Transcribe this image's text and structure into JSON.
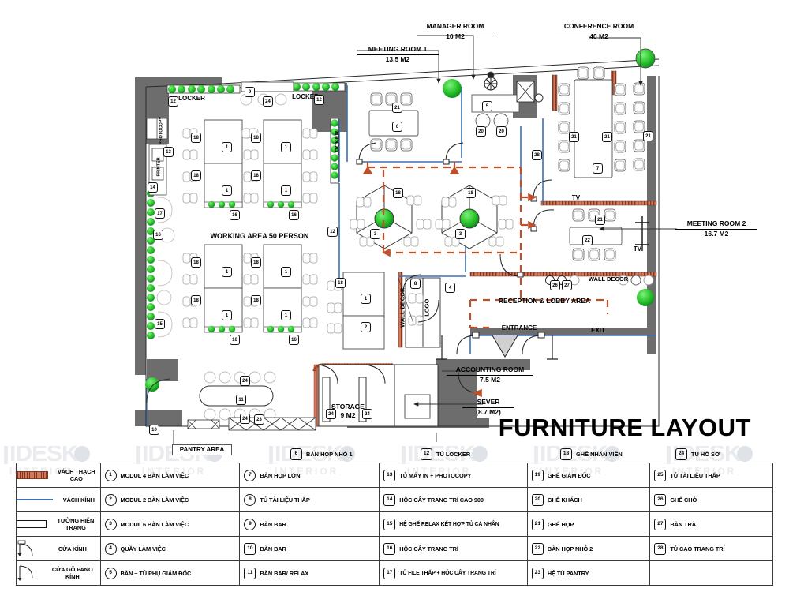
{
  "title": "FURNITURE LAYOUT",
  "watermark": {
    "brand": "IDESK",
    "sub": "INTERIOR"
  },
  "plan": {
    "room_callouts": [
      {
        "name": "meeting-room-1",
        "title": "MEETING ROOM 1",
        "area": "13.5 M2"
      },
      {
        "name": "manager-room",
        "title": "MANAGER ROOM",
        "area": "16 M2"
      },
      {
        "name": "conference-room",
        "title": "CONFERENCE ROOM",
        "area": "40 M2"
      },
      {
        "name": "meeting-room-2",
        "title": "MEETING ROOM 2",
        "area": "16.7 M2"
      },
      {
        "name": "accounting-room",
        "title": "ACCOUNTING ROOM",
        "area": "7.5 M2"
      },
      {
        "name": "sever-room",
        "title": "SEVER",
        "area": "(8.7 M2)"
      },
      {
        "name": "storage-room",
        "title": "STORAGE",
        "area": "9 M2"
      }
    ],
    "area_labels": [
      {
        "name": "working-area",
        "text": "WORKING AREA 50 PERSON"
      },
      {
        "name": "reception-lobby-area",
        "text": "RECEPTION & LOBBY AREA"
      },
      {
        "name": "pantry-area",
        "text": "PANTRY AREA"
      },
      {
        "name": "entrance",
        "text": "ENTRANCE"
      },
      {
        "name": "exit",
        "text": "EXIT"
      },
      {
        "name": "wall-decor-right",
        "text": "WALL DECOR"
      },
      {
        "name": "wall-decor-left",
        "text": "WALL DECOR"
      },
      {
        "name": "logo",
        "text": "LOGO"
      },
      {
        "name": "locker-left",
        "text": "LOCKER"
      },
      {
        "name": "locker-right",
        "text": "LOCKER"
      },
      {
        "name": "locker-side",
        "text": "LOCKER"
      },
      {
        "name": "photocopy",
        "text": "PHOTOCOPY"
      },
      {
        "name": "printer",
        "text": "PRINTER"
      },
      {
        "name": "tv-conference",
        "text": "TV"
      },
      {
        "name": "tv-meeting-2",
        "text": "TV"
      }
    ]
  },
  "legend": {
    "rows": [
      {
        "symbol": "gypsum-wall-swatch",
        "symbol_label": "VÁCH THẠCH CAO",
        "items": [
          {
            "num": "1",
            "text": "MODUL 4 BÀN LÀM VIỆC"
          },
          {
            "num": "7",
            "text": "BÀN HỌP LỚN"
          },
          {
            "num": "13",
            "text": "TỦ MÁY IN + PHOTOCOPY"
          },
          {
            "num": "19",
            "text": "GHẾ GIÁM ĐỐC"
          },
          {
            "num": "25",
            "text": "TỦ TÀI LIỆU THẤP"
          }
        ]
      },
      {
        "symbol": "glass-wall-swatch",
        "symbol_label": "VÁCH KÍNH",
        "items": [
          {
            "num": "2",
            "text": "MODUL  2 BÀN LÀM VIỆC"
          },
          {
            "num": "8",
            "text": "TỦ TÀI LIỆU THẤP"
          },
          {
            "num": "14",
            "text": "HỘC CÂY TRANG TRÍ CAO 900"
          },
          {
            "num": "20",
            "text": "GHẾ KHÁCH"
          },
          {
            "num": "26",
            "text": "GHẾ CHỜ"
          }
        ]
      },
      {
        "symbol": "existing-wall-swatch",
        "symbol_label": "TƯỜNG HIỆN TRẠNG",
        "items": [
          {
            "num": "3",
            "text": "MODUL 6 BÀN LÀM VIỆC"
          },
          {
            "num": "9",
            "text": "BÀN BAR"
          },
          {
            "num": "15",
            "text": "HỆ GHẾ RELAX KẾT HỢP TỦ CÁ NHÂN"
          },
          {
            "num": "21",
            "text": "GHẾ HỌP"
          },
          {
            "num": "27",
            "text": "BÀN TRÀ"
          }
        ]
      },
      {
        "symbol": "glass-door-swatch",
        "symbol_label": "CỬA KÍNH",
        "items": [
          {
            "num": "4",
            "text": "QUẦY LÀM VIỆC"
          },
          {
            "num": "10",
            "text": "BÀN BAR"
          },
          {
            "num": "16",
            "text": "HỘC CÂY TRANG TRÍ"
          },
          {
            "num": "22",
            "text": "BÀN HỌP NHỎ 2"
          },
          {
            "num": "28",
            "text": "TỦ CAO TRANG TRÍ"
          }
        ]
      },
      {
        "symbol": "wood-glass-door-swatch",
        "symbol_label": "CỬA GỖ PANO KÍNH",
        "items": [
          {
            "num": "5",
            "text": "BÀN + TỦ PHỤ GIÁM ĐỐC"
          },
          {
            "num": "11",
            "text": "BÀN BAR/ RELAX"
          },
          {
            "num": "17",
            "text": "TỦ FILE THẤP + HỘC CÂY TRANG TRÍ"
          },
          {
            "num": "23",
            "text": "HỆ TỦ PANTRY"
          },
          {
            "num": "",
            "text": ""
          }
        ]
      }
    ],
    "clipped_top_row": [
      {
        "num": "6",
        "text": "BÀN HỌP NHỎ 1"
      },
      {
        "num": "12",
        "text": "TỦ LOCKER"
      },
      {
        "num": "18",
        "text": "GHẾ NHÂN VIÊN"
      },
      {
        "num": "24",
        "text": "TỦ HỒ SƠ"
      }
    ]
  },
  "colors": {
    "gypsum": "#c0502a",
    "glass_wall": "#3b6fb6",
    "structural_wall": "#6b6b6b",
    "plant_green": "#22bb33",
    "dashed_route": "#c0502a",
    "watermark": "#e9ebee"
  }
}
